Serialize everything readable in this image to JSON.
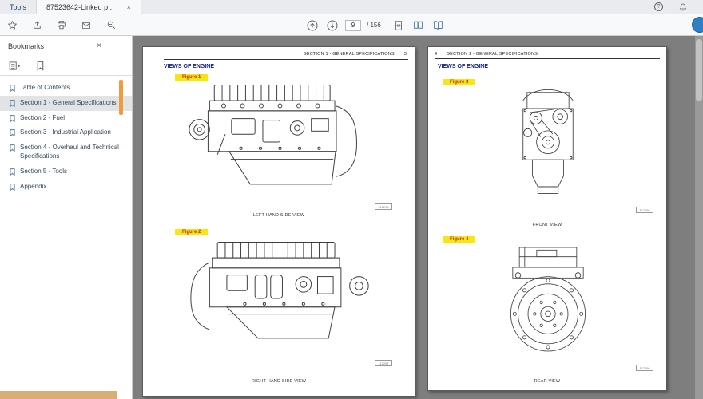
{
  "tabbar": {
    "tabs": [
      {
        "label": "Tools"
      },
      {
        "label": "87523642-Linked p...",
        "close_glyph": "×"
      }
    ],
    "help_glyph": "?"
  },
  "toolbar": {
    "page_current": "9",
    "page_total": "/ 156"
  },
  "sidebar": {
    "title": "Bookmarks",
    "close_glyph": "×",
    "items": [
      {
        "label": "Table of Contents"
      },
      {
        "label": "Section 1 - General Specifications"
      },
      {
        "label": "Section 2 - Fuel"
      },
      {
        "label": "Section 3 - Industrial Application"
      },
      {
        "label": "Section 4 - Overhaul and Technical Specifications"
      },
      {
        "label": "Section 5 - Tools"
      },
      {
        "label": "Appendix"
      }
    ]
  },
  "document": {
    "left_page": {
      "header": "SECTION 1 - GENERAL SPECIFICATIONS",
      "page_number": "3",
      "section_title": "VIEWS OF ENGINE",
      "figures": [
        {
          "label": "Figure 1",
          "caption": "LEFT-HAND SIDE VIEW",
          "ref": "117296"
        },
        {
          "label": "Figure 2",
          "caption": "RIGHT-HAND SIDE VIEW",
          "ref": "117297"
        }
      ]
    },
    "right_page": {
      "page_number": "4",
      "header": "SECTION 1 - GENERAL SPECIFICATIONS",
      "section_title": "VIEWS OF ENGINE",
      "figures": [
        {
          "label": "Figure 3",
          "caption": "FRONT VIEW",
          "ref": "117298"
        },
        {
          "label": "Figure 4",
          "caption": "REAR VIEW",
          "ref": "117299"
        }
      ]
    }
  },
  "colors": {
    "accent_blue": "#2f6fb5",
    "figure_badge_bg": "#f6e70f",
    "figure_badge_text": "#c0271f",
    "viewer_bg": "#7e7e7e",
    "sidebar_scroll_thumb": "#ef9d3c"
  }
}
